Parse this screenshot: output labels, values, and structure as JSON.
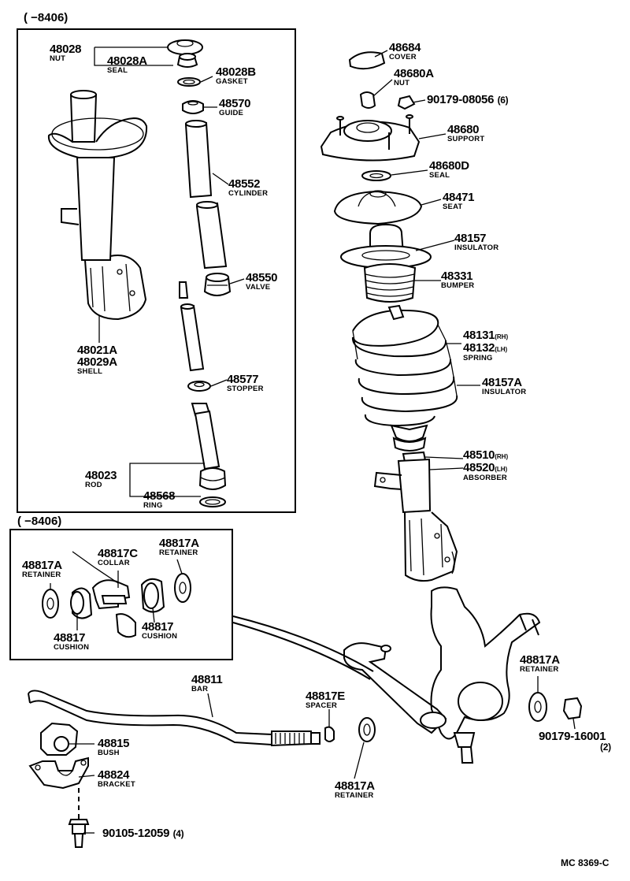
{
  "headers": {
    "upper": "(      −8406)",
    "lower": "(      −8406)"
  },
  "parts": [
    {
      "id": "p48028",
      "num": "48028",
      "name": "NUT"
    },
    {
      "id": "p48028A",
      "num": "48028A",
      "name": "SEAL"
    },
    {
      "id": "p48028B",
      "num": "48028B",
      "name": "GASKET"
    },
    {
      "id": "p48570",
      "num": "48570",
      "name": "GUIDE"
    },
    {
      "id": "p48552",
      "num": "48552",
      "name": "CYLINDER"
    },
    {
      "id": "p48550",
      "num": "48550",
      "name": "VALVE"
    },
    {
      "id": "p48021A",
      "num": "48021A",
      "num2": "48029A",
      "name": "SHELL"
    },
    {
      "id": "p48577",
      "num": "48577",
      "name": "STOPPER"
    },
    {
      "id": "p48023",
      "num": "48023",
      "name": "ROD"
    },
    {
      "id": "p48568",
      "num": "48568",
      "name": "RING"
    },
    {
      "id": "p48684",
      "num": "48684",
      "name": "COVER"
    },
    {
      "id": "p48680A",
      "num": "48680A",
      "name": "NUT"
    },
    {
      "id": "p90179a",
      "num": "90179-08056",
      "qty": "(6)"
    },
    {
      "id": "p48680",
      "num": "48680",
      "name": "SUPPORT"
    },
    {
      "id": "p48680D",
      "num": "48680D",
      "name": "SEAL"
    },
    {
      "id": "p48471",
      "num": "48471",
      "name": "SEAT"
    },
    {
      "id": "p48157",
      "num": "48157",
      "name": "INSULATOR"
    },
    {
      "id": "p48331",
      "num": "48331",
      "name": "BUMPER"
    },
    {
      "id": "p48131",
      "num": "48131",
      "side": "(RH)",
      "num2": "48132",
      "side2": "(LH)",
      "name": "SPRING"
    },
    {
      "id": "p48157A",
      "num": "48157A",
      "name": "INSULATOR"
    },
    {
      "id": "p48510",
      "num": "48510",
      "side": "(RH)",
      "num2": "48520",
      "side2": "(LH)",
      "name": "ABSORBER"
    },
    {
      "id": "p48817A_1",
      "num": "48817A",
      "name": "RETAINER"
    },
    {
      "id": "p48817C",
      "num": "48817C",
      "name": "COLLAR"
    },
    {
      "id": "p48817A_2",
      "num": "48817A",
      "name": "RETAINER"
    },
    {
      "id": "p48817_1",
      "num": "48817",
      "name": "CUSHION"
    },
    {
      "id": "p48817_2",
      "num": "48817",
      "name": "CUSHION"
    },
    {
      "id": "p48811",
      "num": "48811",
      "name": "BAR"
    },
    {
      "id": "p48817E",
      "num": "48817E",
      "name": "SPACER"
    },
    {
      "id": "p48815",
      "num": "48815",
      "name": "BUSH"
    },
    {
      "id": "p48824",
      "num": "48824",
      "name": "BRACKET"
    },
    {
      "id": "p48817A_3",
      "num": "48817A",
      "name": "RETAINER"
    },
    {
      "id": "p48817A_4",
      "num": "48817A",
      "name": "RETAINER"
    },
    {
      "id": "p90179b",
      "num": "90179-16001",
      "qty": "(2)"
    },
    {
      "id": "p90105",
      "num": "90105-12059",
      "qty": "(4)"
    }
  ],
  "figure_code": "MC 8369-C"
}
